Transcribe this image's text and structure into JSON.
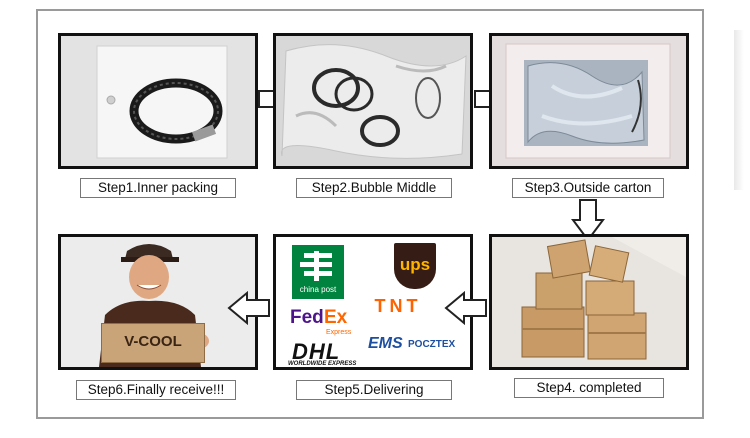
{
  "steps": [
    {
      "label": "Step1.Inner packing"
    },
    {
      "label": "Step2.Bubble Middle"
    },
    {
      "label": "Step3.Outside carton"
    },
    {
      "label": "Step4. completed"
    },
    {
      "label": "Step5.Delivering"
    },
    {
      "label": "Step6.Finally receive!!!"
    }
  ],
  "box_text": "V-COOL",
  "carriers": {
    "china_post": "china post",
    "ups": "ups",
    "tnt": "TNT",
    "fedex_fed": "Fed",
    "fedex_ex": "Ex",
    "fedex_sub": "Express",
    "dhl": "DHL",
    "dhl_sub": "WORLDWIDE EXPRESS",
    "ems": "EMS",
    "poczta": "POCZTEX"
  },
  "colors": {
    "fedex_purple": "#4d148c",
    "fedex_orange": "#ff6600",
    "ups_brown": "#351c15",
    "ups_gold": "#ffb500",
    "tnt_orange": "#ff6200",
    "china_post_green": "#00833e",
    "ems_blue": "#1c4fa0",
    "frame_border": "#9a9a9a"
  }
}
